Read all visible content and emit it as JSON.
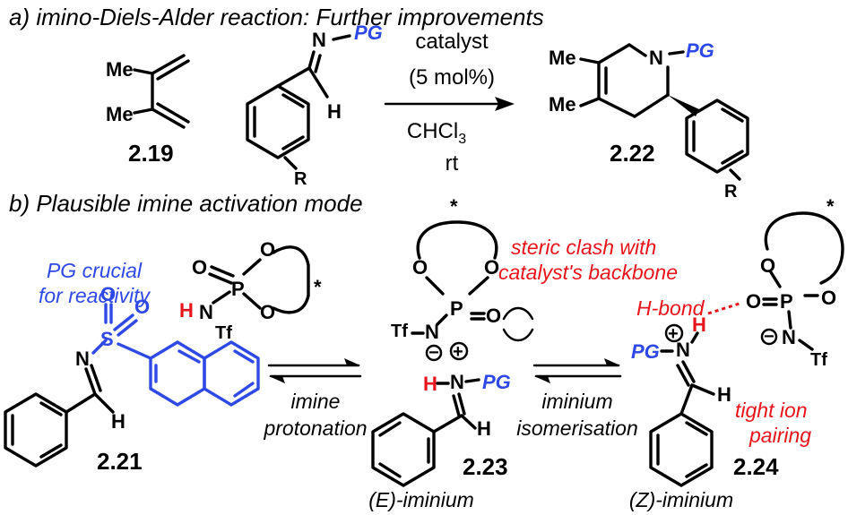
{
  "headings": {
    "a": "a) imino-Diels-Alder reaction: Further improvements",
    "b": "b) Plausible imine activation mode"
  },
  "reaction_a": {
    "me": "Me",
    "pg": "PG",
    "n": "N",
    "h": "H",
    "r": "R",
    "catalyst": "catalyst",
    "loading": "(5 mol%)",
    "solvent_base": "CHCl",
    "solvent_sub": "3",
    "temperature": "rt",
    "diene_label": "2.19",
    "product_label": "2.22"
  },
  "part_b": {
    "pg_note_line1": "PG crucial",
    "pg_note_line2": "for reactivity",
    "steric_line1": "steric clash with",
    "steric_line2": "catalyst's backbone",
    "hbond": "H-bond",
    "tight_line1": "tight ion",
    "tight_line2": "pairing",
    "step1_line1": "imine",
    "step1_line2": "protonation",
    "step2_line1": "iminium",
    "step2_line2": "isomerisation",
    "label_221": "2.21",
    "label_223": "2.23",
    "label_224": "2.24",
    "e_iminium": "(E)-iminium",
    "z_iminium": "(Z)-iminium",
    "atoms": {
      "o": "O",
      "p": "P",
      "s": "S",
      "n": "N",
      "h": "H",
      "tf": "Tf",
      "pg": "PG",
      "star": "*",
      "plus": "+",
      "minus": "−"
    }
  },
  "colors": {
    "protecting_group": "#2f49e6",
    "annotation": "#e8141c",
    "bonds": "#000000"
  }
}
